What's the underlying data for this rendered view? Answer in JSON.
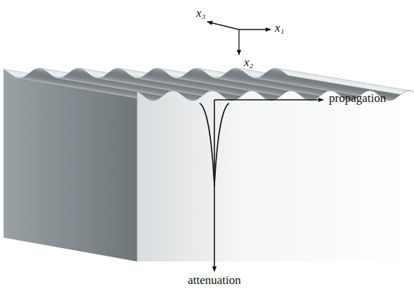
{
  "diagram": {
    "labels": [
      "x₃",
      "x₁",
      "x₂",
      "propagation",
      "attenuation"
    ]
  }
}
